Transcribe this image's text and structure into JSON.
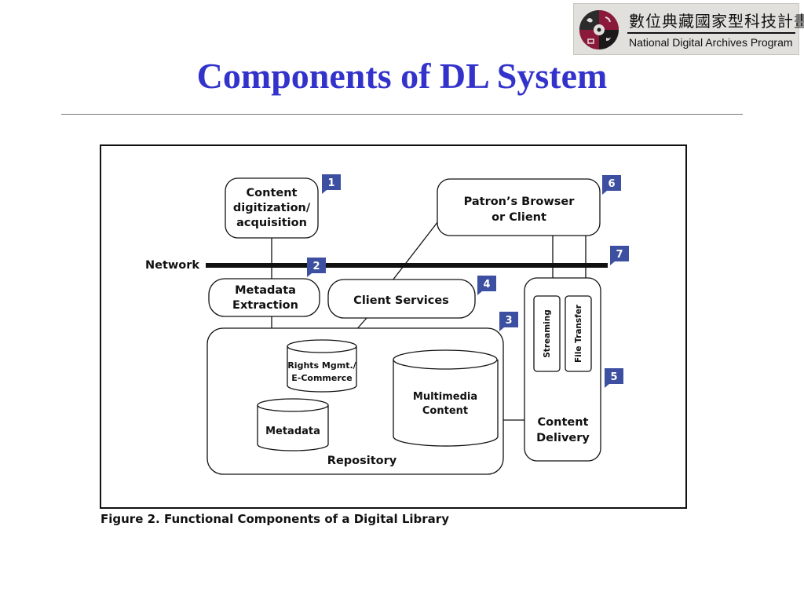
{
  "slide": {
    "title": "Components of DL System"
  },
  "logo": {
    "chinese": "數位典藏國家型科技計畫",
    "english": "National Digital Archives Program",
    "emblem_icon": "nadp-emblem-icon"
  },
  "diagram": {
    "nodes": {
      "content_digitization": [
        "Content",
        "digitization/",
        "acquisition"
      ],
      "patron_browser": [
        "Patron’s Browser",
        "or Client"
      ],
      "network": "Network",
      "metadata_extraction": [
        "Metadata",
        "Extraction"
      ],
      "client_services": "Client Services",
      "rights_mgmt": [
        "Rights Mgmt./",
        "E-Commerce"
      ],
      "multimedia_content": [
        "Multimedia",
        "Content"
      ],
      "metadata": "Metadata",
      "repository": "Repository",
      "streaming": "Streaming",
      "file_transfer": "File Transfer",
      "content_delivery": [
        "Content",
        "Delivery"
      ]
    },
    "callouts": [
      "1",
      "2",
      "3",
      "4",
      "5",
      "6",
      "7"
    ]
  },
  "caption": "Figure 2. Functional Components of a Digital Library",
  "colors": {
    "title": "#3333cc",
    "callout": "#3d4fa0",
    "logo_background": "#e2e0dc"
  }
}
